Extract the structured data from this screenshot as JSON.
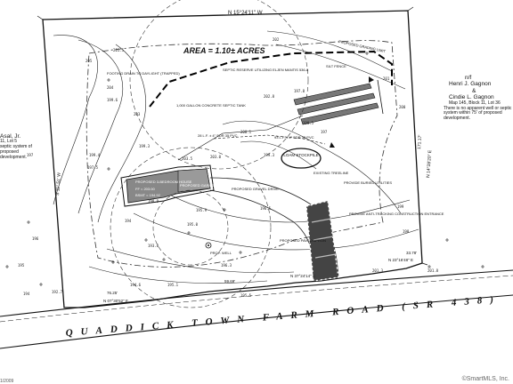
{
  "plan": {
    "area_label": "AREA = 1.10± ACRES",
    "road_label": "QUADDICK   TOWN   FARM   ROAD  (SR 438)",
    "top_bearing": "N 15°24'11\" W",
    "labels": {
      "septic_note": "SEPTIC RESERVE UTILIZING ELJEN MANTIS 536-8",
      "septic_tank": "1,000 GALLON CONCRETE SEPTIC TANK",
      "proposed_dwelling": "PROPOSED 3-BEDROOM HOUSE",
      "dwelling_ff": "FF = 203.00",
      "dwelling_bsmt": "BSMT = 194.92",
      "proposed_garage": "PROPOSED GARAGE FF = 202.25",
      "driveway": "PROPOSED GRAVEL DRIVE",
      "stockpile": "LOAM STOCKPILE",
      "tracking_pad": "PROVIDE ANTI-TRACKING CONSTRUCTION ENTRANCE",
      "utilities": "PROVIDE BURIED UTILITIES",
      "treeline": "EXISTING TREELINE",
      "footing_drain": "FOOTING DRAIN TO DAYLIGHT (TRAPPED)",
      "proposed_well": "PROP. WELL",
      "fence": "SILT FENCE",
      "proposed_grading": "PROPOSED GRADING LIMIT",
      "apron": "PROPOSED PAVED APRON",
      "lf_note": "28 L.F. ± 4\" SDR 35 PVC",
      "lf_note2": "93 L.F. ± 4\" SDR 35 PVC"
    },
    "bearings": {
      "road_left": "76.25'",
      "road_left_bearing": "N 07°30'52\" E",
      "road_mid": "59.69'",
      "road_right": "N 37°24'14\" E",
      "road_right2": "N 23°16'48\" E",
      "east_side": "N 14°28'20\" E",
      "east_dist": "171.17'",
      "west_side": "S 11° 51' W",
      "right_dist": "33.78'"
    }
  },
  "neighbors": {
    "right": {
      "nf": "n/f",
      "owner1": "Henri J. Gagnon",
      "amp": "&",
      "owner2": "Cindie L. Gagnon",
      "record": "Map 145, Block 11, Lot 36",
      "well_note": "There is no apparent well or septic system within 75' of proposed development."
    },
    "left": {
      "owner": "Asal, Jr.",
      "record": "11, Lot 5",
      "well_note": "septic system of proposed development."
    }
  },
  "elevations": [
    "201.5",
    "200.1",
    "199.3",
    "198.5",
    "197",
    "196.5",
    "195.9",
    "194",
    "193.8",
    "199.6",
    "199.3",
    "203.5",
    "203.0",
    "199.4",
    "197.5",
    "197.8",
    "192.7",
    "201.3",
    "201.8",
    "202.8",
    "198.9",
    "195.1",
    "196.3",
    "195.0",
    "194.6",
    "195.5"
  ],
  "contours": [
    "205",
    "204",
    "203",
    "202",
    "201",
    "200",
    "199",
    "198",
    "197",
    "196",
    "195",
    "194"
  ],
  "watermark": "©SmartMLS, Inc.",
  "corner_mark": "1/2009"
}
